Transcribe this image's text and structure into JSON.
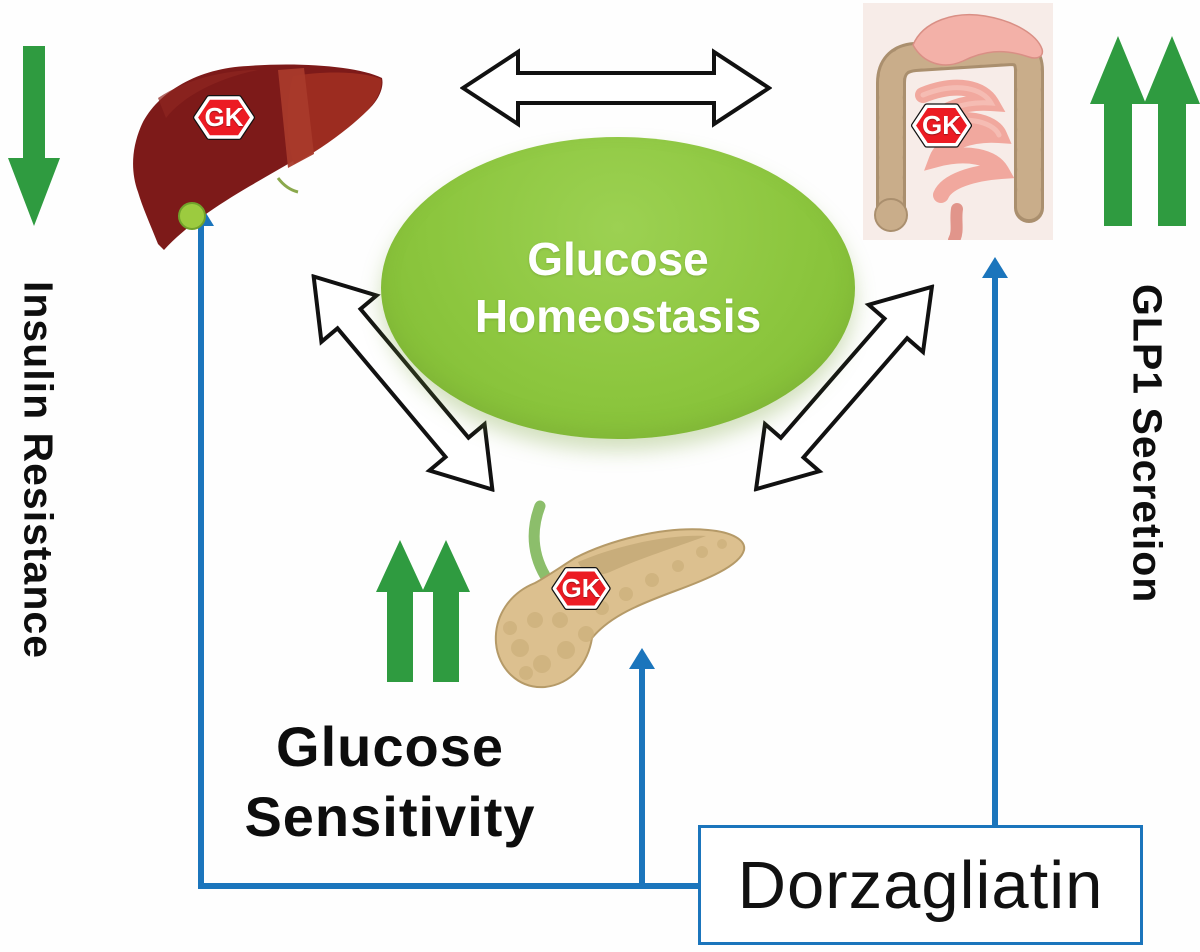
{
  "figure": {
    "center": {
      "line1": "Glucose",
      "line2": "Homeostasis"
    },
    "gk_badge_label": "GK",
    "left_axis_label": "Insulin Resistance",
    "right_axis_label": "GLP1 Secretion",
    "pancreas_label": {
      "line1": "Glucose",
      "line2": "Sensitivity"
    },
    "drug_name": "Dorzagliatin"
  },
  "icons": {
    "liver": "liver-icon",
    "intestine": "intestine-icon",
    "pancreas": "pancreas-icon",
    "decrease_arrow": "down-arrow-icon",
    "increase_arrows": "double-up-arrows-icon",
    "bidirectional_arrow": "double-headed-arrow-icon"
  },
  "colors": {
    "ellipse_green": "#8CC63E",
    "arrow_green": "#2F9B40",
    "connector_blue": "#1B75BC",
    "badge_red": "#EC1B23",
    "liver_dark_red": "#7D1A19",
    "pancreas_tan": "#DCC08F",
    "text_black": "#111111"
  }
}
